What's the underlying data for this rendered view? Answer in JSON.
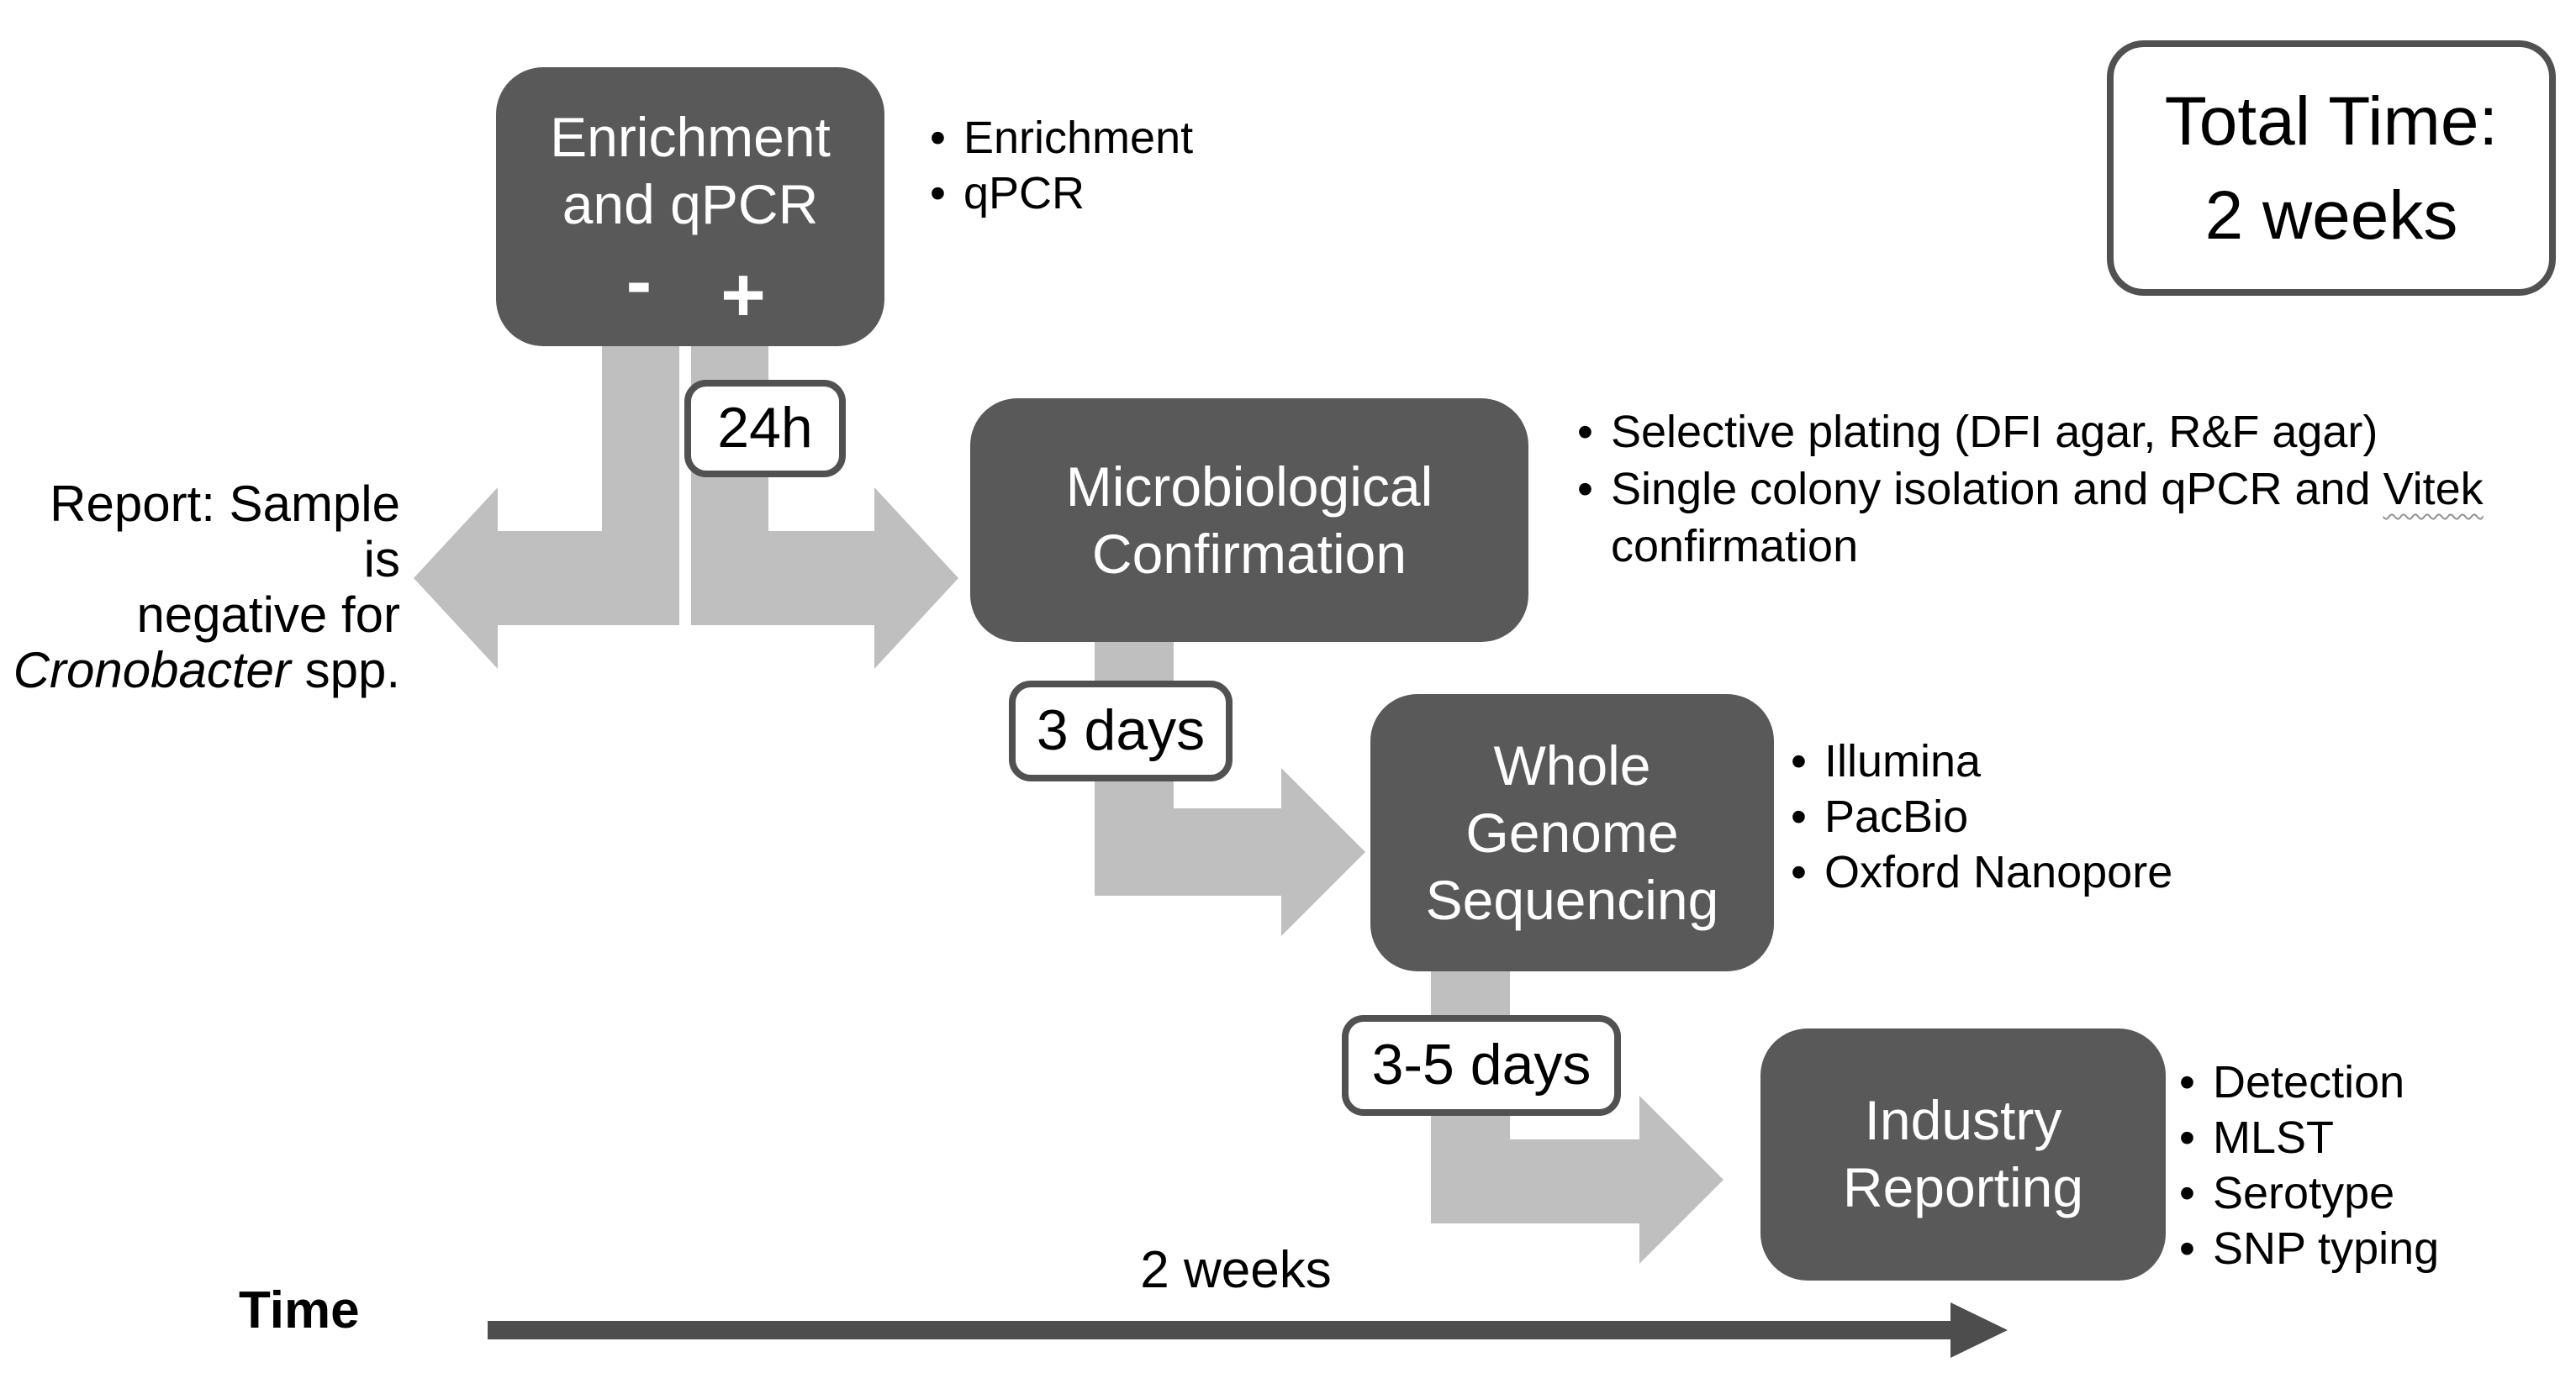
{
  "bullet_glyph": "•",
  "colors": {
    "background": "#ffffff",
    "stage_box_fill": "#595959",
    "stage_box_text": "#ffffff",
    "flow_arrow": "#bfbfbf",
    "label_box_border": "#515151",
    "label_box_fill": "#ffffff",
    "timeline_arrow": "#4d4d4d",
    "body_text": "#000000",
    "spellcheck_underline": "#8f8f8f"
  },
  "stages": {
    "enrichment": {
      "title_line1": "Enrichment",
      "title_line2": "and qPCR",
      "negative_sign": "-",
      "positive_sign": "+",
      "bullets": [
        {
          "text": "Enrichment"
        },
        {
          "text": "qPCR"
        }
      ]
    },
    "microbiological": {
      "title_line1": "Microbiological",
      "title_line2": "Confirmation",
      "bullets": [
        {
          "text": "Selective plating (DFI agar, R&F agar)"
        },
        {
          "text_before": "Single colony isolation and qPCR and ",
          "underlined": "Vitek",
          "text_after": "\nconfirmation"
        }
      ]
    },
    "whole_genome_sequencing": {
      "title_line1": "Whole",
      "title_line2": "Genome",
      "title_line3": "Sequencing",
      "bullets": [
        {
          "text": "Illumina"
        },
        {
          "text": "PacBio"
        },
        {
          "text": "Oxford Nanopore"
        }
      ]
    },
    "industry_reporting": {
      "title_line1": "Industry",
      "title_line2": "Reporting",
      "bullets": [
        {
          "text": "Detection"
        },
        {
          "text": "MLST"
        },
        {
          "text": "Serotype"
        },
        {
          "text": "SNP typing"
        }
      ]
    }
  },
  "duration_labels": {
    "enrichment_to_confirmation": "24h",
    "confirmation_to_sequencing": "3 days",
    "sequencing_to_reporting": "3-5 days"
  },
  "negative_report": {
    "line1": "Report: Sample is",
    "line2": "negative for",
    "line3_italic": "Cronobacter",
    "line3_rest": " spp."
  },
  "total_time": {
    "line1": "Total Time:",
    "line2": "2 weeks"
  },
  "timeline": {
    "axis_label": "Time",
    "duration_label": "2 weeks"
  }
}
